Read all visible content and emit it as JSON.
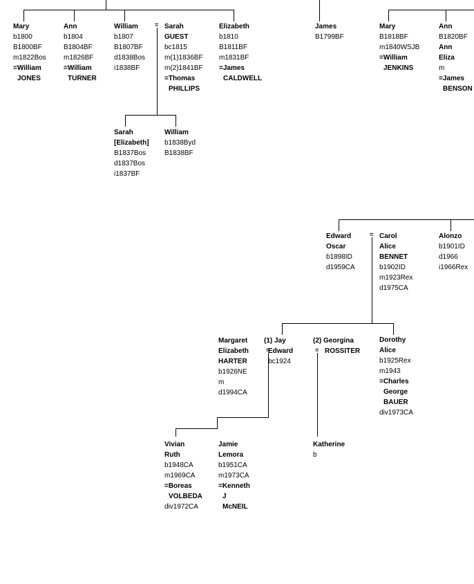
{
  "tree": {
    "people": [
      {
        "id": "mary-jones",
        "lines": [
          {
            "text": "Mary",
            "bold": true
          },
          {
            "text": "b1800"
          },
          {
            "text": "B1800BF"
          },
          {
            "text": "m1822Bos"
          },
          {
            "text": "=William",
            "bold": true
          },
          {
            "text": "JONES",
            "bold": true,
            "indent": true
          }
        ]
      },
      {
        "id": "ann-turner",
        "lines": [
          {
            "text": "Ann",
            "bold": true
          },
          {
            "text": "b1804"
          },
          {
            "text": "B1804BF"
          },
          {
            "text": "m1826BF"
          },
          {
            "text": "=William",
            "bold": true
          },
          {
            "text": "TURNER",
            "bold": true,
            "indent": true
          }
        ]
      },
      {
        "id": "william-1807",
        "lines": [
          {
            "text": "William",
            "bold": true
          },
          {
            "text": "b1807"
          },
          {
            "text": "B1807BF"
          },
          {
            "text": "d1838Bos"
          },
          {
            "text": "i1838BF"
          }
        ]
      },
      {
        "id": "sarah-guest",
        "lines": [
          {
            "text": "Sarah",
            "bold": true
          },
          {
            "text": "GUEST",
            "bold": true
          },
          {
            "text": "bc1815"
          },
          {
            "text": "m(1)1836BF"
          },
          {
            "text": "m(2)1841BF"
          },
          {
            "text": "=Thomas",
            "bold": true
          },
          {
            "text": "PHILLIPS",
            "bold": true,
            "indent": true
          }
        ]
      },
      {
        "id": "elizabeth-caldwell",
        "lines": [
          {
            "text": "Elizabeth",
            "bold": true
          },
          {
            "text": "b1810"
          },
          {
            "text": "B1811BF"
          },
          {
            "text": "m1831BF"
          },
          {
            "text": "=James",
            "bold": true
          },
          {
            "text": "CALDWELL",
            "bold": true,
            "indent": true
          }
        ]
      },
      {
        "id": "james-1799",
        "lines": [
          {
            "text": "James",
            "bold": true
          },
          {
            "text": "B1799BF"
          }
        ]
      },
      {
        "id": "mary-jenkins",
        "lines": [
          {
            "text": "Mary",
            "bold": true
          },
          {
            "text": "B1818BF"
          },
          {
            "text": "m1840WSJB"
          },
          {
            "text": "=William",
            "bold": true
          },
          {
            "text": "JENKINS",
            "bold": true,
            "indent": true
          }
        ]
      },
      {
        "id": "ann-eliza-benson",
        "lines": [
          {
            "text": "Ann",
            "bold": true
          },
          {
            "text": "B1820BF"
          },
          {
            "text": "Ann",
            "bold": true
          },
          {
            "text": "Eliza",
            "bold": true
          },
          {
            "text": "m"
          },
          {
            "text": "=James",
            "bold": true
          },
          {
            "text": "BENSON",
            "bold": true,
            "indent": true
          }
        ]
      },
      {
        "id": "sarah-elizabeth",
        "lines": [
          {
            "text": "Sarah",
            "bold": true
          },
          {
            "text": "[Elizabeth]",
            "bold": true
          },
          {
            "text": "B1837Bos"
          },
          {
            "text": "d1837Bos"
          },
          {
            "text": "i1837BF"
          }
        ]
      },
      {
        "id": "william-1838",
        "lines": [
          {
            "text": "William",
            "bold": true
          },
          {
            "text": "b1838Byd"
          },
          {
            "text": "B1838BF"
          }
        ]
      },
      {
        "id": "edward-oscar",
        "lines": [
          {
            "text": "Edward",
            "bold": true
          },
          {
            "text": "Oscar",
            "bold": true
          },
          {
            "text": "b1898ID"
          },
          {
            "text": "d1959CA"
          }
        ]
      },
      {
        "id": "carol-bennet",
        "lines": [
          {
            "text": "Carol",
            "bold": true
          },
          {
            "text": "Alice",
            "bold": true
          },
          {
            "text": "BENNET",
            "bold": true
          },
          {
            "text": "b1902ID"
          },
          {
            "text": "m1923Rex"
          },
          {
            "text": "d1975CA"
          }
        ]
      },
      {
        "id": "alonzo",
        "lines": [
          {
            "text": "Alonzo",
            "bold": true
          },
          {
            "text": "b1901ID"
          },
          {
            "text": "d1966"
          },
          {
            "text": "i1966Rex"
          }
        ]
      },
      {
        "id": "margaret-harter",
        "lines": [
          {
            "text": "Margaret",
            "bold": true
          },
          {
            "text": "Elizabeth",
            "bold": true
          },
          {
            "text": "HARTER",
            "bold": true
          },
          {
            "text": "b1926NE"
          },
          {
            "text": "m"
          },
          {
            "text": "d1994CA"
          }
        ]
      },
      {
        "id": "jay-edward",
        "lines": [
          {
            "text": "(1) Jay",
            "bold": true
          },
          {
            "text": "Edward",
            "bold": true,
            "indent": true
          },
          {
            "text": "bc1924",
            "indent": true
          }
        ]
      },
      {
        "id": "georgina-rossiter",
        "lines": [
          {
            "text": "(2) Georgina",
            "bold": true
          },
          {
            "text": "ROSSITER",
            "bold": true,
            "indent2": true
          }
        ]
      },
      {
        "id": "dorothy-bauer",
        "lines": [
          {
            "text": "Dorothy",
            "bold": true
          },
          {
            "text": "Alice",
            "bold": true
          },
          {
            "text": "b1925Rex"
          },
          {
            "text": "m1943"
          },
          {
            "text": "=Charles",
            "bold": true
          },
          {
            "text": "George",
            "bold": true,
            "indent": true
          },
          {
            "text": "BAUER",
            "bold": true,
            "indent": true
          },
          {
            "text": "div1973CA"
          }
        ]
      },
      {
        "id": "vivian-volbeda",
        "lines": [
          {
            "text": "Vivian",
            "bold": true
          },
          {
            "text": "Ruth",
            "bold": true
          },
          {
            "text": "b1948CA"
          },
          {
            "text": "m1969CA"
          },
          {
            "text": "=Boreas",
            "bold": true
          },
          {
            "text": "VOLBEDA",
            "bold": true,
            "indent": true
          },
          {
            "text": "div1972CA"
          }
        ]
      },
      {
        "id": "jamie-mcneil",
        "lines": [
          {
            "text": "Jamie",
            "bold": true
          },
          {
            "text": "Lemora",
            "bold": true
          },
          {
            "text": "b1951CA"
          },
          {
            "text": "m1973CA"
          },
          {
            "text": "=Kenneth",
            "bold": true
          },
          {
            "text": "J",
            "bold": true,
            "indent": true
          },
          {
            "text": "McNEIL",
            "bold": true,
            "indent": true
          }
        ]
      },
      {
        "id": "katherine",
        "lines": [
          {
            "text": "Katherine",
            "bold": true
          },
          {
            "text": "b"
          }
        ]
      }
    ],
    "marriage_symbol": "="
  }
}
